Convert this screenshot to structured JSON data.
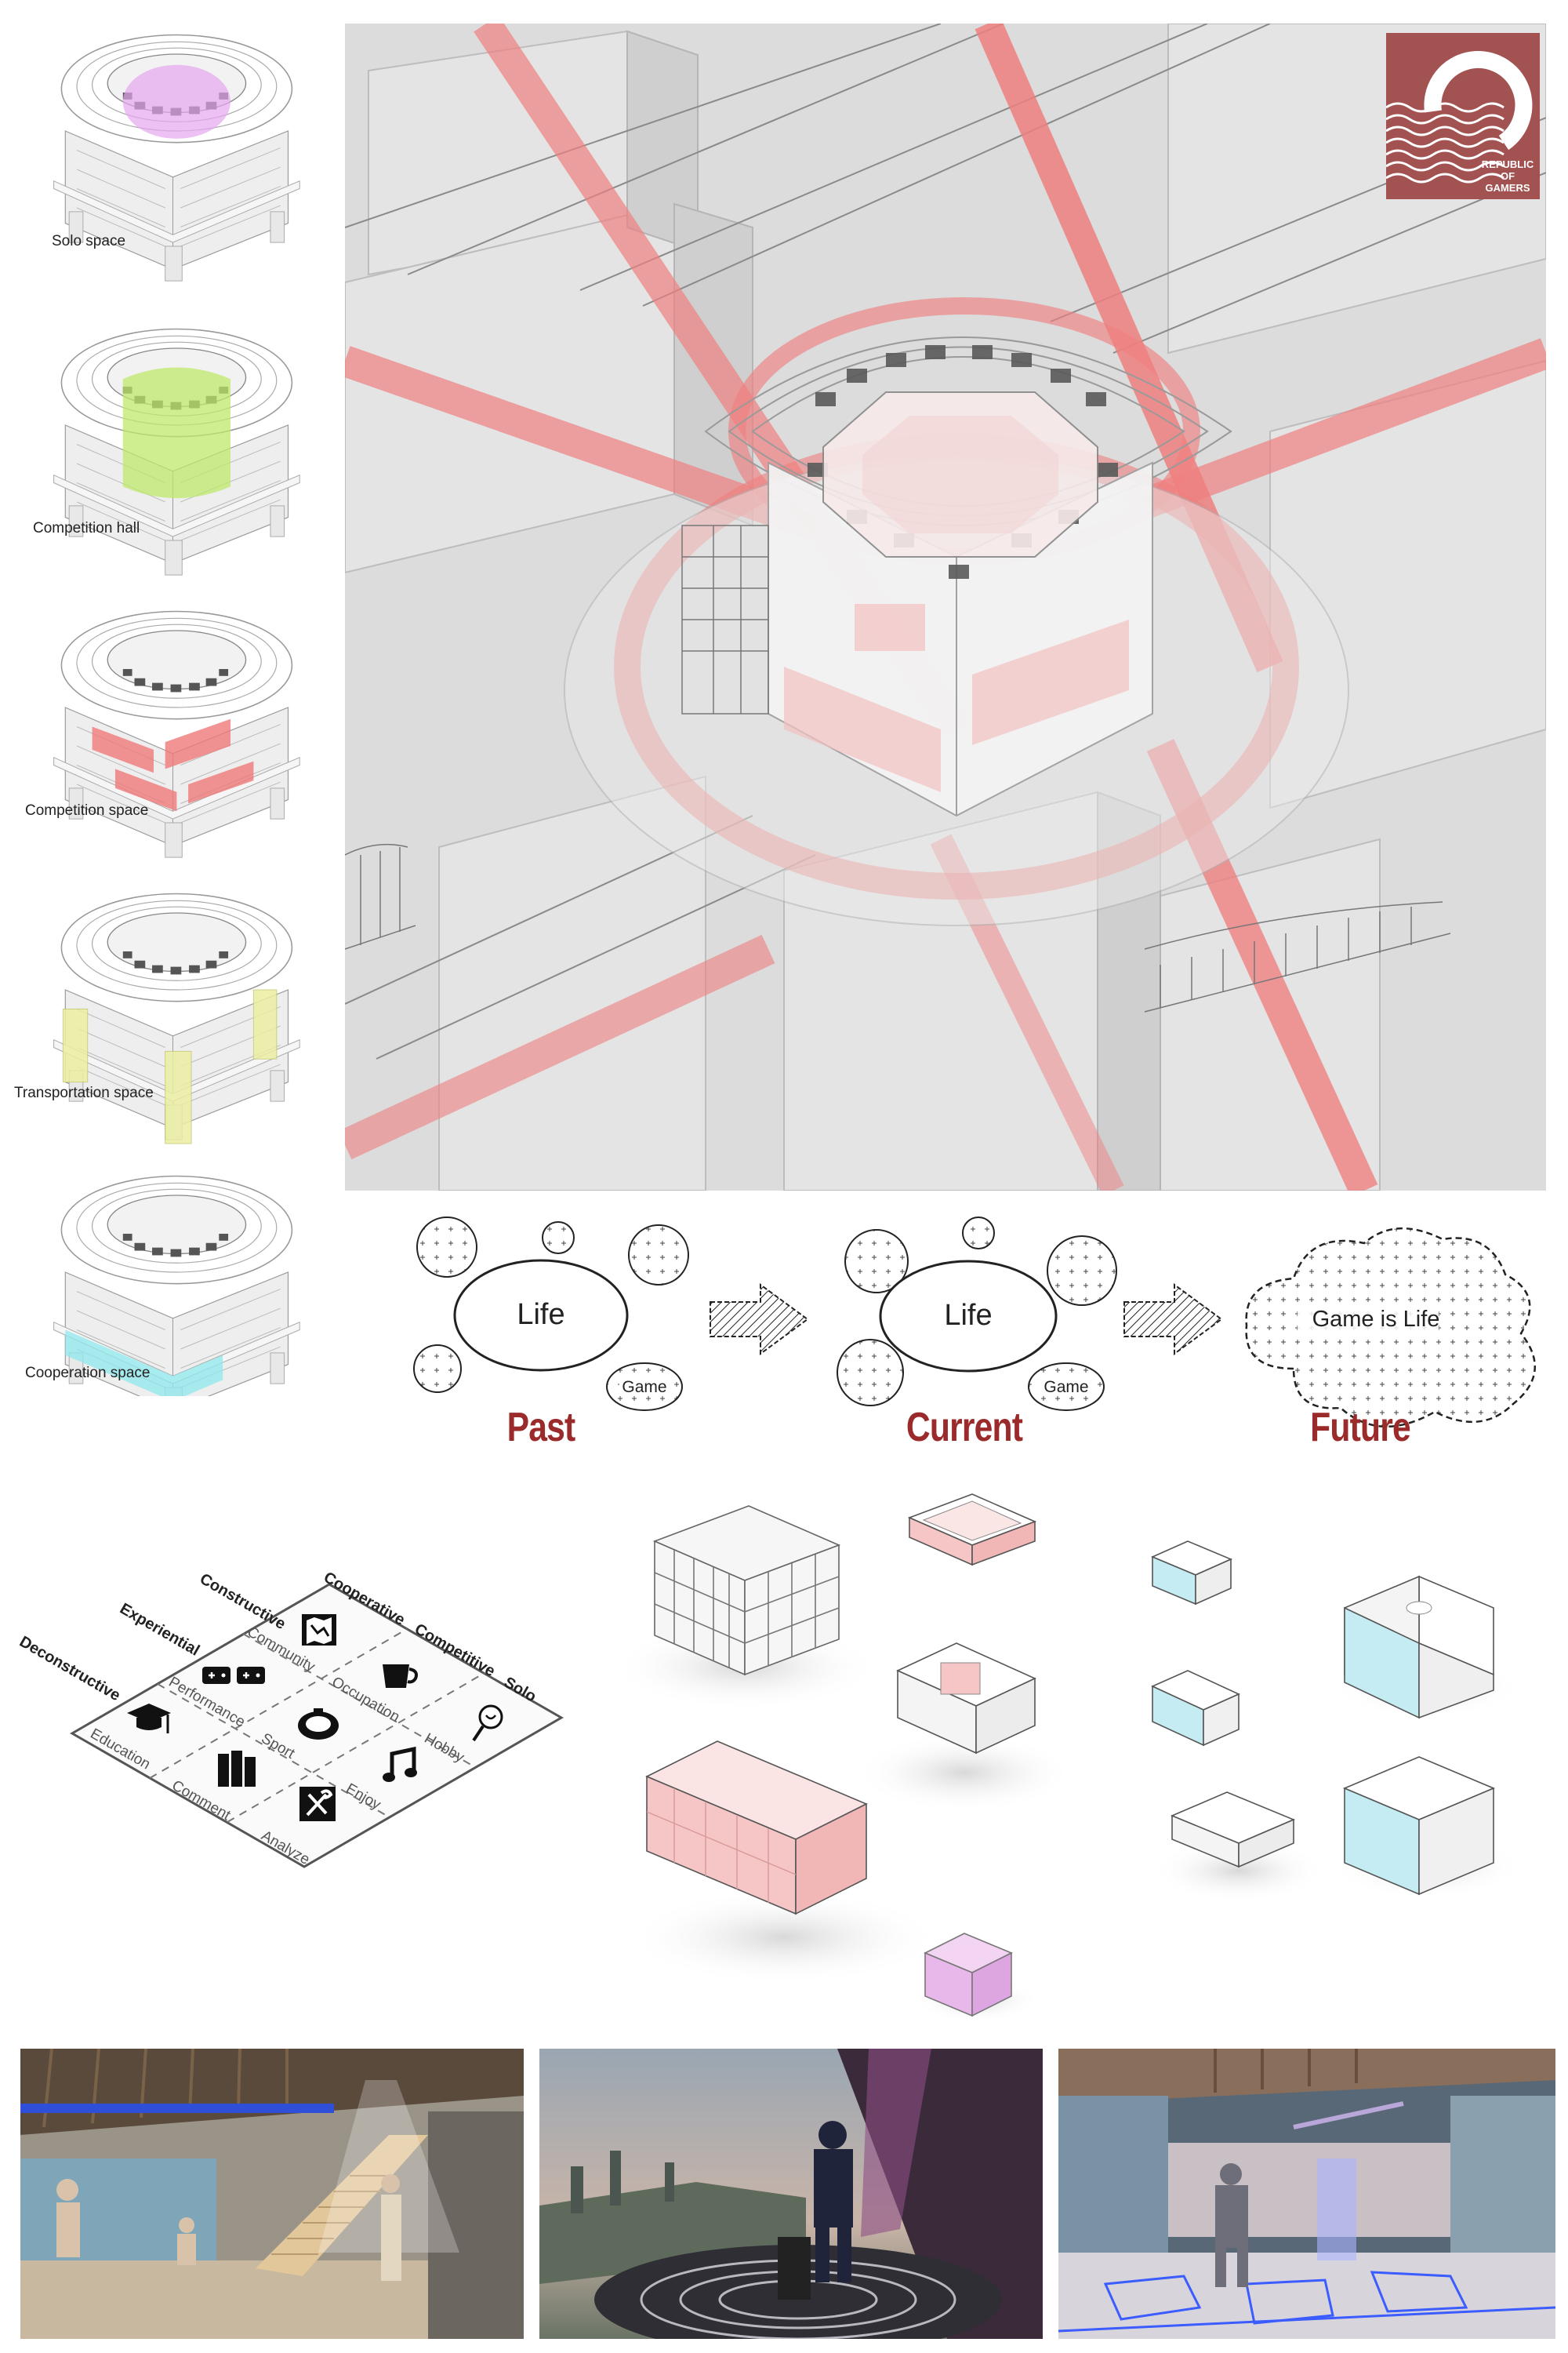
{
  "diagrams": [
    {
      "label": "Solo space",
      "highlight": "#e6a6ef"
    },
    {
      "label": "Competition hall",
      "highlight": "#bfe86a"
    },
    {
      "label": "Competition space",
      "highlight": "#f07a7a"
    },
    {
      "label": "Transportation space",
      "highlight": "#eceea2"
    },
    {
      "label": "Cooperation space",
      "highlight": "#8fe8ee"
    }
  ],
  "logo": {
    "lines": [
      "REPUBLIC",
      "OF",
      "GAMERS"
    ],
    "color": "#a35252"
  },
  "concept": {
    "stages": [
      {
        "label": "Past",
        "center": "Life",
        "small": "Game"
      },
      {
        "label": "Current",
        "center": "Life",
        "small": "Game"
      },
      {
        "label": "Future",
        "center": "Game is Life"
      }
    ],
    "accent": "#9b2a2a"
  },
  "matrix": {
    "columns": [
      "Constructive",
      "Cooperative",
      "Competitive",
      "Solo"
    ],
    "rows": [
      "Experiential",
      "Deconstructive"
    ],
    "cells": [
      "Community",
      "Occupation",
      "Hobby",
      "Performance",
      "Sport",
      "Enjoy",
      "Education",
      "Comment",
      "Analyze"
    ],
    "icons": [
      "map-icon",
      "coffee-cup-icon",
      "lollipop-icon",
      "gamepads-icon",
      "arena-icon",
      "music-note-icon",
      "graduation-cap-icon",
      "books-icon",
      "tools-icon"
    ]
  },
  "colors": {
    "path_red": "#ef7f7f",
    "pink_module": "#f6c6c6",
    "cyan_module": "#c4ecf2",
    "violet_module": "#e8b8ea"
  }
}
